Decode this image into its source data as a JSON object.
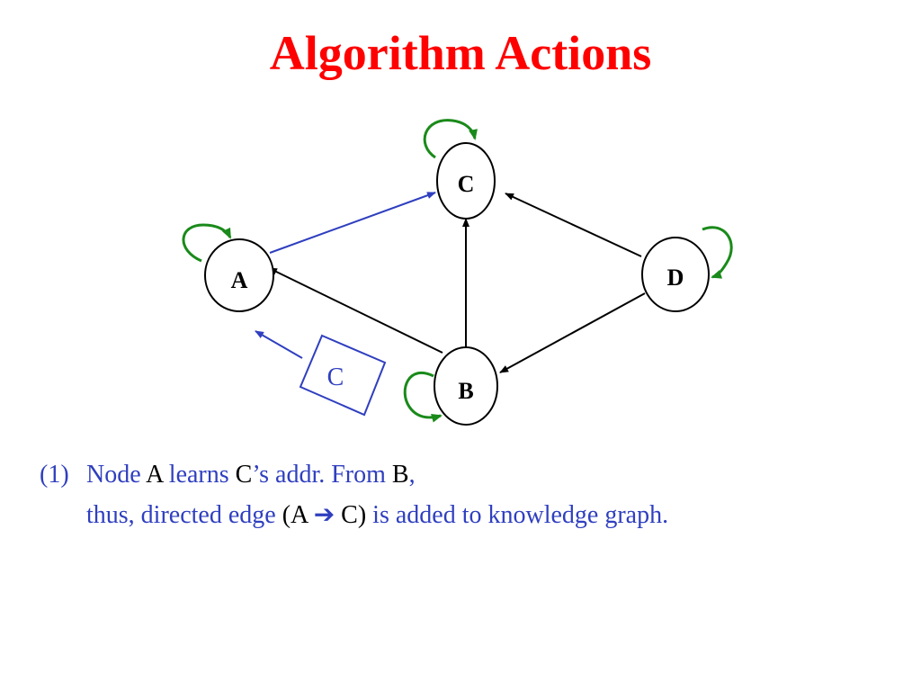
{
  "title": "Algorithm Actions",
  "nodes": {
    "a": "A",
    "b": "B",
    "c": "C",
    "d": "D"
  },
  "packet": "C",
  "caption": {
    "number": "(1)",
    "line1": [
      {
        "text": "Node ",
        "style": "blue"
      },
      {
        "text": "A",
        "style": "black"
      },
      {
        "text": " learns ",
        "style": "blue"
      },
      {
        "text": "C",
        "style": "black"
      },
      {
        "text": "’s addr. From ",
        "style": "blue"
      },
      {
        "text": "B",
        "style": "black"
      },
      {
        "text": ",",
        "style": "blue"
      }
    ],
    "line2": [
      {
        "text": "thus, directed edge ",
        "style": "blue"
      },
      {
        "text": "(A ",
        "style": "black"
      },
      {
        "text": "➔",
        "style": "blue"
      },
      {
        "text": " C)",
        "style": "black"
      },
      {
        "text": " is added to knowledge graph.",
        "style": "blue"
      }
    ]
  },
  "colors": {
    "title": "#ff0000",
    "text_blue": "#2f3fbf",
    "self_loop": "#1a8a1a",
    "edge": "#000000"
  }
}
